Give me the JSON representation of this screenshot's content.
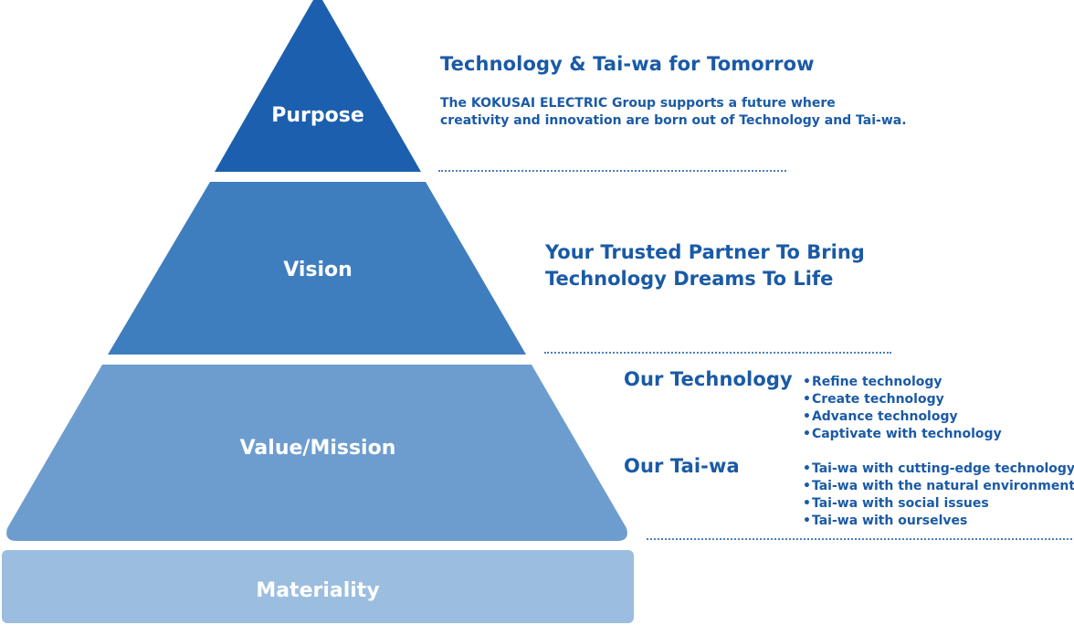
{
  "pyramid": {
    "purpose": "Purpose",
    "vision": "Vision",
    "value_mission": "Value/Mission",
    "materiality": "Materiality"
  },
  "colors": {
    "purpose": "#1c5fae",
    "vision": "#3f7ebe",
    "value_mission": "#6d9dce",
    "materiality": "#9bbde0",
    "text": "#1a5aa6"
  },
  "purpose_block": {
    "title": "Technology & Tai-wa for Tomorrow",
    "line1": "The KOKUSAI ELECTRIC Group supports a future where",
    "line2": "creativity and innovation are born out of Technology and Tai-wa."
  },
  "vision_block": {
    "line1": "Your Trusted Partner To Bring",
    "line2": "Technology Dreams To Life"
  },
  "values_block": {
    "technology": {
      "title": "Our Technology",
      "items": [
        "Refine technology",
        "Create technology",
        "Advance technology",
        "Captivate with technology"
      ]
    },
    "taiwa": {
      "title": "Our Tai-wa",
      "items": [
        "Tai-wa with cutting-edge technology",
        "Tai-wa with the natural environment",
        "Tai-wa with social issues",
        "Tai-wa with ourselves"
      ]
    }
  }
}
